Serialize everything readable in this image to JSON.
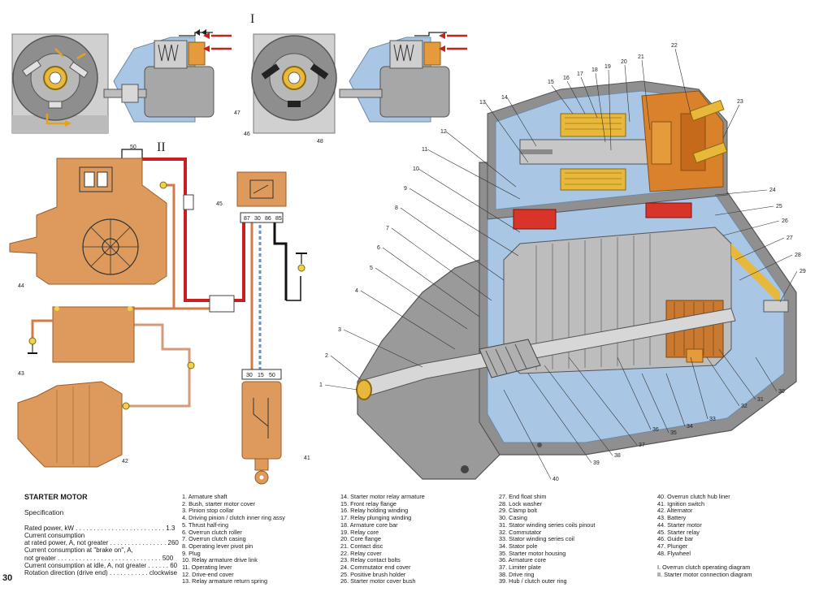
{
  "section_labels": {
    "clutch_diagram": "I",
    "connection_diagram": "II"
  },
  "callouts": [
    "1",
    "2",
    "3",
    "4",
    "5",
    "6",
    "7",
    "8",
    "9",
    "10",
    "11",
    "12",
    "13",
    "14",
    "15",
    "16",
    "17",
    "18",
    "19",
    "20",
    "21",
    "22",
    "23",
    "24",
    "25",
    "26",
    "27",
    "28",
    "29",
    "30",
    "31",
    "32",
    "33",
    "34",
    "35",
    "36",
    "37",
    "38",
    "39",
    "40",
    "42",
    "43",
    "44",
    "45",
    "41",
    "46",
    "47",
    "48",
    "50"
  ],
  "relay_pins": [
    "87",
    "30",
    "86",
    "85"
  ],
  "switch_pins": [
    "30",
    "15",
    "50"
  ],
  "colors": {
    "housing_blue": "#a9c6e4",
    "steel": "#9a9a9a",
    "copper": "#d9822b",
    "winding_yellow": "#e8b83a",
    "magnet_red": "#d8342a",
    "component_orange": "#dd9a5c",
    "wire_red": "#c82020",
    "wire_black": "#111111"
  },
  "page_number": "30",
  "spec": {
    "heading": "STARTER MOTOR",
    "subheading": "Specification",
    "lines": [
      "Rated power, kW . . . . . . . . . . . . . . . . . . . . . . . . . 1.3",
      "Current consumption",
      "at rated power, A, not greater . . . . . . . . . . . . . . . . 260",
      "Current consumption at \"brake on\", A,",
      "not greater . . . . . . . . . . . . . . . . . . . . . . . . . . . . . 500",
      "Current consumption at idle, A, not greater . . . . . . 60",
      "Rotation direction (drive end) . . . . . . . . . . . clockwise"
    ]
  },
  "legend": [
    [
      "1. Armature shaft",
      "2. Bush, starter motor cover",
      "3. Pinion stop collar",
      "4. Driving pinion / clutch inner ring assy",
      "5. Thrust half-ring",
      "6. Overrun clutch roller",
      "7. Overrun clutch casing",
      "8. Operating lever pivot pin",
      "9. Plug",
      "10. Relay armature drive link",
      "11. Operating lever",
      "12. Drive-end cover",
      "13. Relay armature return spring"
    ],
    [
      "14. Starter motor relay armature",
      "15. Front relay flange",
      "16. Relay holding winding",
      "17. Relay plunging winding",
      "18. Armature core bar",
      "19. Relay core",
      "20. Core flange",
      "21. Contact disc",
      "22. Relay cover",
      "23. Relay contact bolts",
      "24. Commutator end cover",
      "25. Positive brush holder",
      "26. Starter motor cover bush"
    ],
    [
      "27. End float shim",
      "28. Lock washer",
      "29. Clamp bolt",
      "30. Casing",
      "31. Stator winding series coils pinout",
      "32. Commutator",
      "33. Stator winding series coil",
      "34. Stator pole",
      "35. Starter motor housing",
      "36. Armature core",
      "37. Limiter plate",
      "38. Drive ring",
      "39. Hub / clutch outer ring"
    ],
    [
      "40. Overrun clutch hub liner",
      "41. Ignition switch",
      "42. Alternator",
      "43. Battery",
      "44. Starter motor",
      "45. Starter relay",
      "46. Guide bar",
      "47. Plunger",
      "48. Flywheel"
    ]
  ],
  "diagram_keys": [
    "I.   Overrun clutch operating diagram",
    "II.  Starter motor connection diagram"
  ]
}
